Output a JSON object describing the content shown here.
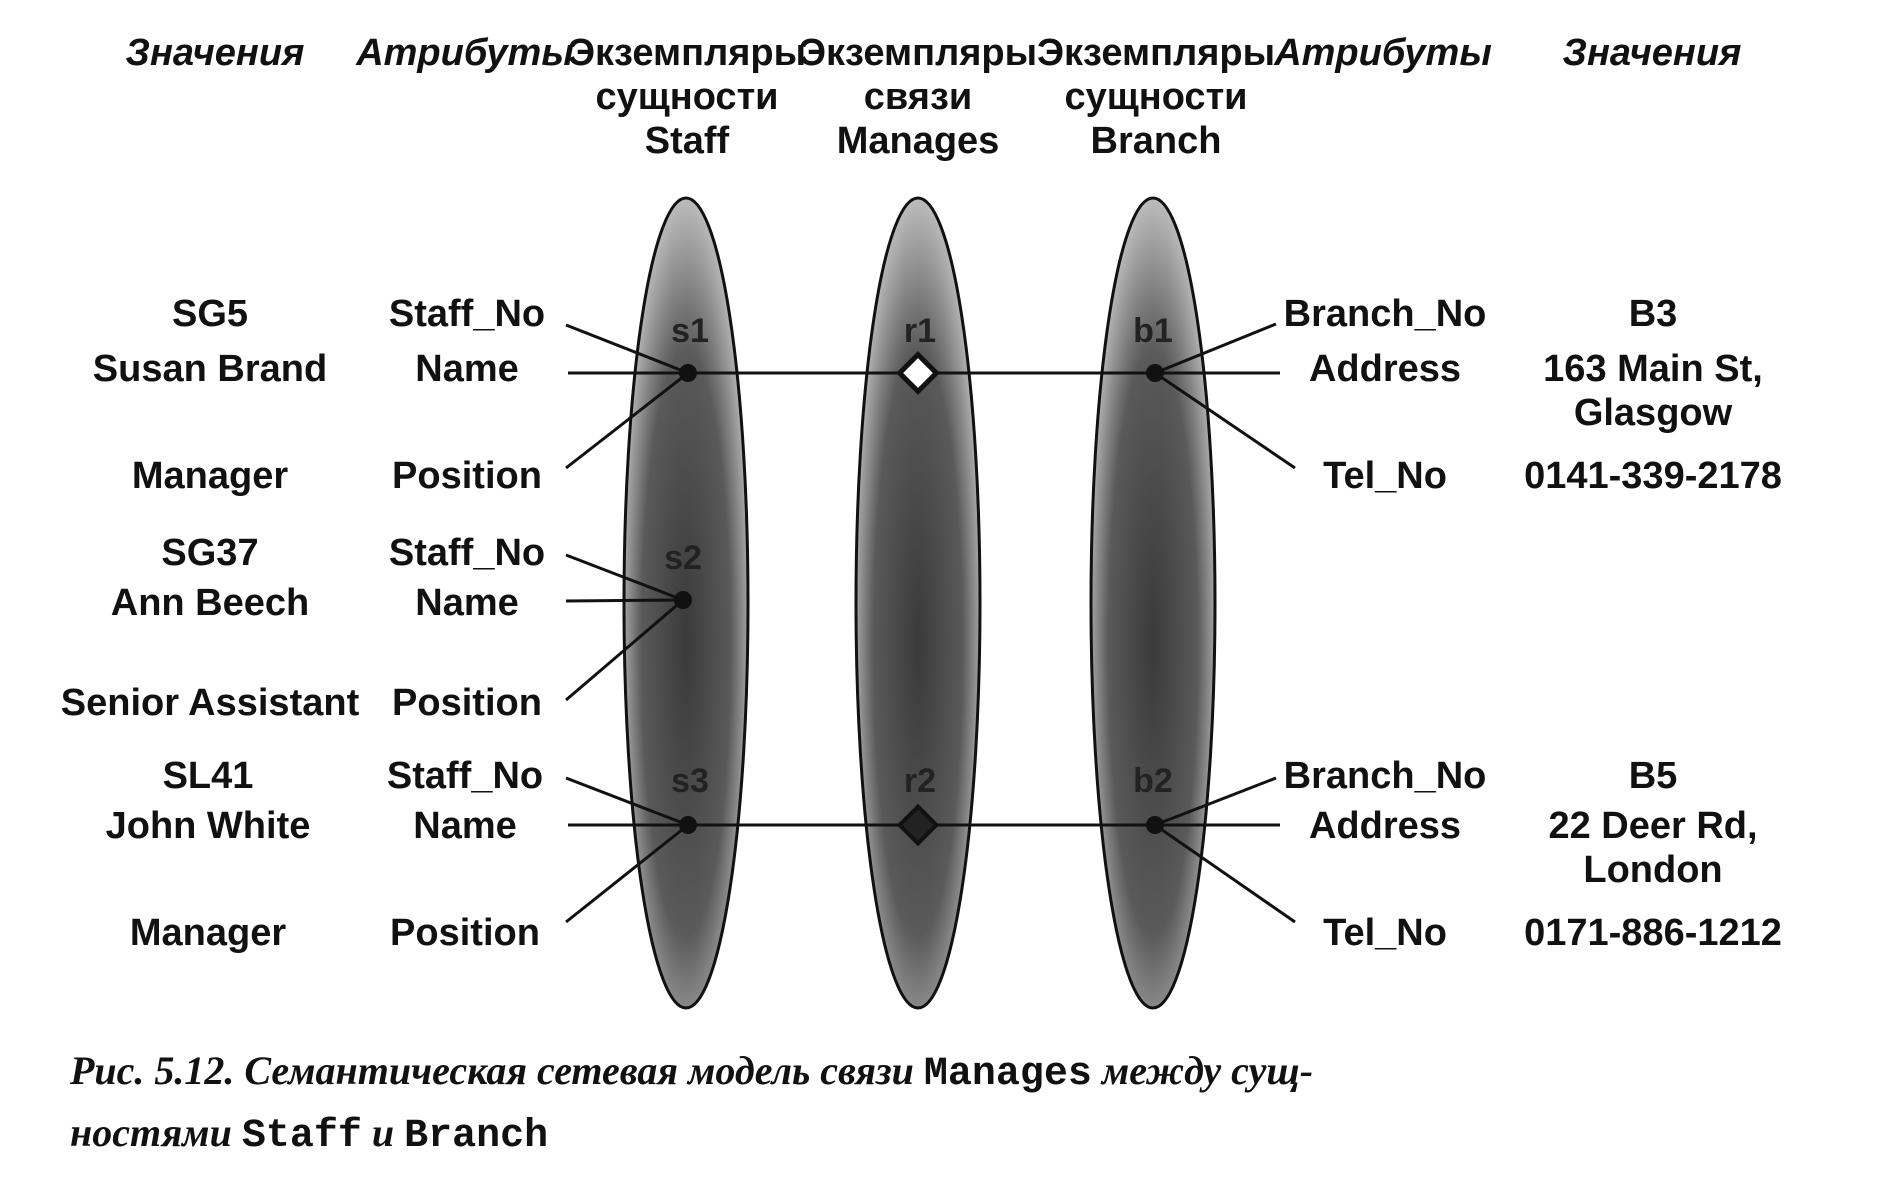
{
  "headers": {
    "values_left": "Значения",
    "attrs_left": "Атрибуты",
    "staff": [
      "Экземпляры",
      "сущности",
      "Staff"
    ],
    "manages": [
      "Экземпляры",
      "связи",
      "Manages"
    ],
    "branch": [
      "Экземпляры",
      "сущности",
      "Branch"
    ],
    "attrs_right": "Атрибуты",
    "values_right": "Значения"
  },
  "staff_records": [
    {
      "node": "s1",
      "values": [
        "SG5",
        "Susan Brand",
        "Manager"
      ],
      "attrs": [
        "Staff_No",
        "Name",
        "Position"
      ]
    },
    {
      "node": "s2",
      "values": [
        "SG37",
        "Ann Beech",
        "Senior Assistant"
      ],
      "attrs": [
        "Staff_No",
        "Name",
        "Position"
      ]
    },
    {
      "node": "s3",
      "values": [
        "SL41",
        "John White",
        "Manager"
      ],
      "attrs": [
        "Staff_No",
        "Name",
        "Position"
      ]
    }
  ],
  "relation_nodes": [
    "r1",
    "r2"
  ],
  "branch_records": [
    {
      "node": "b1",
      "attrs": [
        "Branch_No",
        "Address",
        "Tel_No"
      ],
      "values": [
        "B3",
        "163 Main St,",
        "Glasgow",
        "0141-339-2178"
      ]
    },
    {
      "node": "b2",
      "attrs": [
        "Branch_No",
        "Address",
        "Tel_No"
      ],
      "values": [
        "B5",
        "22 Deer Rd,",
        "London",
        "0171-886-1212"
      ]
    }
  ],
  "caption": {
    "part1": "Рис. 5.12. Семантическая сетевая модель связи ",
    "code1": "Manages",
    "part2": " между сущ-",
    "line2a": "ностями ",
    "code2": "Staff",
    "line2b": " и ",
    "code3": "Branch"
  },
  "colors": {
    "ink": "#111111",
    "ellipse_dark": "#3a3a3a",
    "ellipse_light": "#d6d6d6"
  }
}
